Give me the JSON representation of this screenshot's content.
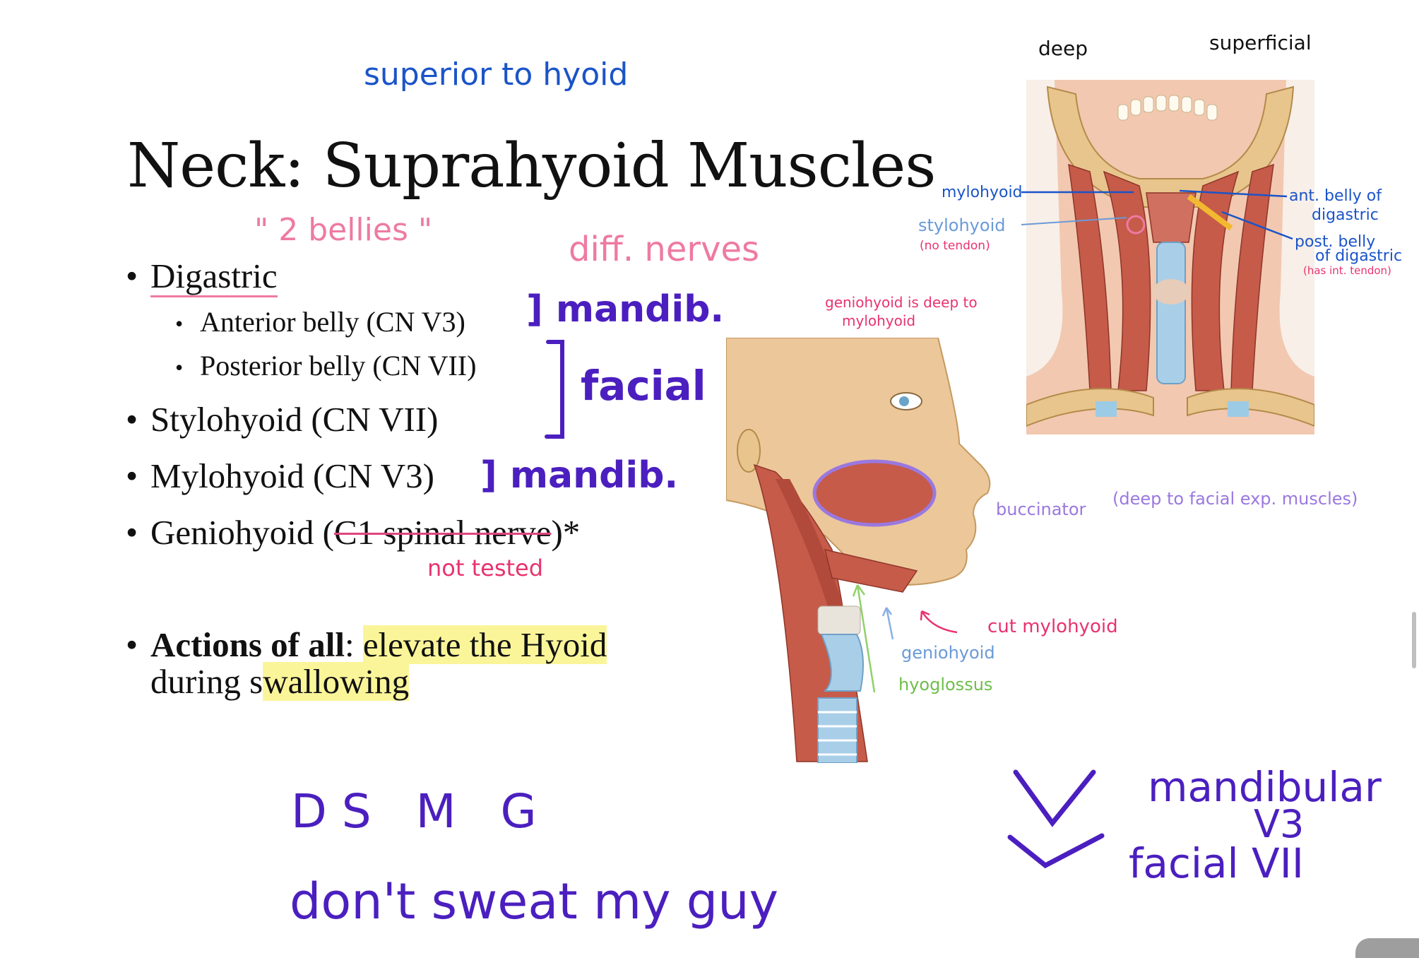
{
  "slide": {
    "title": "Neck: Suprahyoid Muscles",
    "bullets": {
      "digastric": "Digastric",
      "anterior_belly": "Anterior belly (CN V3)",
      "posterior_belly": "Posterior belly (CN VII)",
      "stylohyoid": "Stylohyoid (CN VII)",
      "mylohyoid": "Mylohyoid (CN V3)",
      "geniohyoid_prefix": "Geniohyoid (",
      "geniohyoid_struck": "C1 spinal nerve",
      "geniohyoid_suffix": ")*",
      "actions_bold": "Actions of all",
      "actions_colon": ": ",
      "actions_hl1": "elevate the Hyoid",
      "actions_line2_prefix": "during s",
      "actions_hl2": "wallowing"
    }
  },
  "notes": {
    "superior_to_hyoid": "superior to hyoid",
    "two_bellies": "\" 2 bellies \"",
    "diff_nerves": "diff. nerves",
    "mandib_1": "] mandib.",
    "facial": "facial",
    "mandib_2": "] mandib.",
    "not_tested": "not tested",
    "mnemonic_letters": "D S   M   G",
    "mnemonic_phrase": "don't sweat my guy",
    "v_marks": "V",
    "mandibular": "mandibular",
    "v3": "V3",
    "facial_vii": "facial VII"
  },
  "figure_front": {
    "label_deep": "deep",
    "label_superficial": "superficial",
    "mylohyoid": "mylohyoid",
    "stylohyoid": "stylohyoid",
    "no_tendon": "(no tendon)",
    "ant_belly": "ant. belly of",
    "digastric_1": "digastric",
    "post_belly": "post. belly",
    "of_digastric": "of digastric",
    "has_int_tendon": "(has int. tendon)"
  },
  "figure_side": {
    "geniohyoid_deep_1": "geniohyoid is deep to",
    "geniohyoid_deep_2": "mylohyoid",
    "buccinator": "buccinator",
    "buccinator_note": "(deep to facial exp. muscles)",
    "cut_mylohyoid": "cut mylohyoid",
    "geniohyoid": "geniohyoid",
    "hyoglossus": "hyoglossus"
  },
  "colors": {
    "ink_purple": "#4b1fbf",
    "ink_blue": "#1b54c8",
    "ink_pink": "#ee7aa2",
    "ink_magenta": "#e8336e",
    "highlight": "#fbf59a"
  }
}
